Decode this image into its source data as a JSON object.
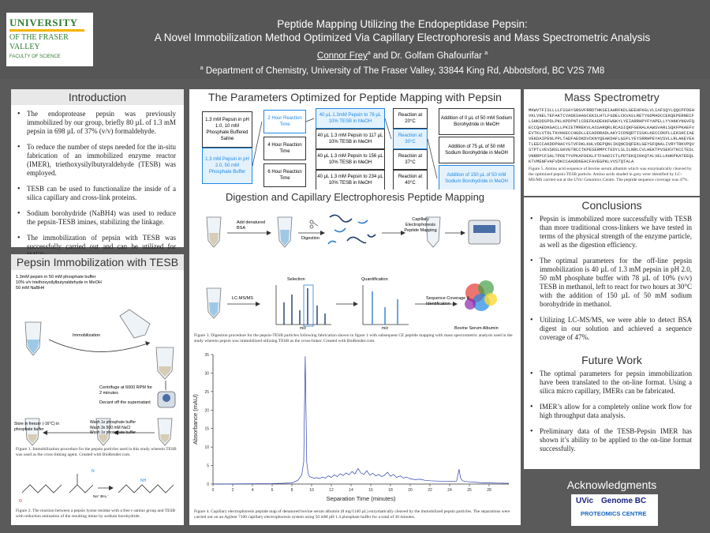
{
  "header": {
    "title_line1": "Peptide Mapping Utilizing the Endopeptidase Pepsin:",
    "title_line2": "A Novel Immobilization Method Optimized Via Capillary Electrophoresis and Mass Spectrometric Analysis",
    "author1": "Connor Frey",
    "author1_sup": "a",
    "author_sep": " and Dr. Golfam Ghafourifar",
    "author2_sup": "a",
    "affil_sup": "a",
    "affiliation": "Department of Chemistry, University of The Fraser Valley, 33844 King Rd, Abbotsford, BC V2S 7M8"
  },
  "logo": {
    "line1": "UNIVERSITY",
    "line2": "OF THE FRASER VALLEY",
    "line3": "FACULTY OF SCIENCE"
  },
  "introduction": {
    "title": "Introduction",
    "bullets": [
      "The endoprotease pepsin was previously immobilized by our group, briefly 80 µL of 1.3 mM pepsin in 698 µL of 37% (v/v) formaldehyde.",
      "To reduce the number of steps needed for the in-situ fabrication of an immobilized enzyme reactor (IMER), triethoxysilylbutyraldehyde (TESB) was employed.",
      "TESB can be used to functionalize the inside of a silica capillary and cross-link proteins.",
      "Sodium borohydride (NaBH4) was used to reduce the pepsin-TESB imines, stabilizing the linkage.",
      "The immobilization of pepsin with TESB was successfully carried out and can be utilized for IMERs."
    ]
  },
  "immobilization": {
    "title": "Pepsin Immobilization with TESB",
    "reagents": [
      "1.3mM pepsin in 50 mM phosphate buffer",
      "10% v/v triethoxysilylbutyraldehyde in MeOH",
      "50 mM NaBH4"
    ],
    "immobilization_label": "Immobilization",
    "centrifuge_label": "Centrifuge at 6000 RPM for 2 minutes",
    "decant_label": "Decant off the supernatant",
    "wash_label": "Wash 1x phosphate buffer\nWash 3x 500 mM NaCl\nWash 1x phosphate buffer",
    "store_label": "Store in freezer (-16°C) in phosphate buffer",
    "figure1_caption": "Figure 1. Immobilization procedure for the pepsin particles used in this study wherein TESB was used as the cross-linking agent. Created with BioRender.com.",
    "nabh4_label": "Na⁺ BH₄⁻",
    "figure2_caption": "Figure 2. The reaction between a pepsin lysine residue with a free ε-amino group and TESB with reduction amination of the resulting imine by sodium borohydride."
  },
  "parameters": {
    "title": "The Parameters Optimized for Peptide Mapping with Pepsin",
    "col1": [
      "1.3 mM Pepsin in pH 1.0, 10 mM Phosphate Buffered Saline",
      "1.3 mM Pepsin in pH 2.0, 50 mM Phosphate Buffer"
    ],
    "col2": [
      "2 Hour Reaction Time",
      "4 Hour Reaction Time",
      "6 Hour Reaction Time"
    ],
    "col3": [
      "40 µL 1.3mM Pepsin to 78 µL 10% TESB in MeOH",
      "40 µL 1.3 mM Pepsin to 117 µL 10% TESB in MeOH",
      "40 µL 1.3 mM Pepsin to 156 µL 10% TESB in MeOH",
      "40 µL 1.3 mM Pepsin to 234 µL 10% TESB in MeOH"
    ],
    "col4": [
      "Reaction at 20°C",
      "Reaction at 30°C",
      "Reaction at 37°C",
      "Reaction at 40°C"
    ],
    "col5": [
      "Addition of 0 µL of 50 mM Sodium Borohydride in MeOH",
      "Addition of 75 µL of 50 mM Sodium Borohydride in MeOH",
      "Addition of 150 µL of 50 mM Sodium Borohydride in MeOH"
    ]
  },
  "digestion": {
    "title": "Digestion and Capillary Electrophoresis Peptide Mapping",
    "add_bsa": "Add denatured BSA",
    "digestion_label": "Digestion",
    "ce_label": "Capillary Electrophoresis Peptide Mapping",
    "lcmsms_label": "LC-MS/MS",
    "selection_label": "Selection",
    "quantification_label": "Quantification",
    "intensity_label": "Intensity",
    "mz_label": "m/z",
    "coverage_label": "Sequence Coverage & Identification",
    "bsa_label": "Bovine Serum Albumin",
    "figure3_caption": "Figure 3. Digestion procedure for the pepsin-TESB particles following fabrication shown in figure 1 with subsequent CE peptide mapping with mass spectrometric analysis used in the study wherein pepsin was immobilized utilizing TESB as the cross-linker. Created with BioRender.com.",
    "figure4_caption": "Figure 4. Capillary electrophoresis peptide map of denatured bovine serum albumin (8 mg/1140 µL) enzymatically cleaved by the immobilized pepsin particles. The separations were carried out on an Agilent 7100 capillary electrophoresis system using 50 mM pH 1.4 phosphate buffer for a total of 30 minutes."
  },
  "chart_data": {
    "type": "line",
    "title": "",
    "xlabel": "Separation Time (minutes)",
    "ylabel": "Absorbance (mAU)",
    "xlim": [
      0,
      30
    ],
    "ylim": [
      0,
      35
    ],
    "x_ticks": [
      0,
      2,
      4,
      6,
      8,
      10,
      12,
      14,
      16,
      18,
      20,
      22,
      24,
      26,
      28
    ],
    "y_ticks": [
      0,
      5,
      10,
      15,
      20,
      25,
      30,
      35
    ],
    "grid": false,
    "series": [
      {
        "color": "#2b3fb0",
        "x": [
          0,
          6,
          8,
          8.6,
          9,
          9.2,
          9.35,
          9.5,
          9.65,
          9.8,
          10.0,
          10.2,
          10.5,
          10.8,
          11.1,
          11.4,
          11.7,
          12.0,
          12.3,
          12.6,
          12.9,
          13.2,
          13.5,
          13.8,
          14.1,
          14.4,
          14.7,
          15.0,
          15.3,
          15.6,
          15.9,
          16.2,
          16.5,
          16.8,
          17.1,
          17.4,
          17.7,
          18.0,
          18.3,
          18.6,
          19.0,
          19.3,
          19.6,
          20.0,
          20.5,
          21.0,
          21.5,
          22.0,
          23.0,
          24.0,
          24.7,
          24.95,
          25.1,
          25.3,
          25.6,
          26.0,
          27.0,
          28.0,
          30.0
        ],
        "y": [
          0,
          0.1,
          0.3,
          1.0,
          2.5,
          6.0,
          34.5,
          6.0,
          2.8,
          2.0,
          1.8,
          1.6,
          1.7,
          1.5,
          1.9,
          1.6,
          2.2,
          1.8,
          2.5,
          2.0,
          2.8,
          2.3,
          3.0,
          2.5,
          3.4,
          2.7,
          4.2,
          3.0,
          2.6,
          3.6,
          2.4,
          2.9,
          2.2,
          2.6,
          2.0,
          2.4,
          3.2,
          2.1,
          2.6,
          1.8,
          2.2,
          1.6,
          1.9,
          1.4,
          1.2,
          1.3,
          1.0,
          0.9,
          0.8,
          0.7,
          0.8,
          4.0,
          1.6,
          0.9,
          0.7,
          0.6,
          0.4,
          0.3,
          0.2
        ]
      }
    ]
  },
  "mass_spec": {
    "title": "Mass Spectrometry",
    "sequence": "MKWVTFISLLLLFSSAYSRGVFRRDTHKSEIAHRFKDLGEEHFKGLVLIAFSQYLQQCPFDEHVKLVNELTEFAKTCVADESHAGCEKSLHTLFGDELCKVASLRETYGDMADCCEKQEPERNECFLSHKDDSPDLPKLKPDPNTLCDEFKADEKKFWGKYLYEIARRHPYFYAPELLYYANKYNGVFQECCQAEDKGACLLPKIETMREKVLASSARQRLRCASIQKFGERALKAWSVARLSQKFPKAEFVEVTKLVTDLTKVHKECCHGDLLECADDRADLAKYICDNQDTISSKLKECCDKPLLEKSHCIAEVEKDAIPENLPPLTADFAEDKDVCKNYQEAKDAFLGSFLYEYSRRHPEYAVSVLLRLAKEYEATLEECCAKDDPHACYSTVFDKLKHLVDEPQNLIKQNCDQFEKLGEYGFQNALIVRYTRKVPQVSTPTLVEVSRSLGKVGTRCCTKPESERMPCTEDYLSLILNRLCVLHEKTPVSEKVTKCCTESLVNRRPCFSALTPDETYVPKAFDEKLFTFHADICTLPDTEKQIKKQTALVELLKHKPKATEEQLKTVMENFVAFVDKCCAADDKEACFAVEGPKLVVSTQTALA",
    "figure5_caption": "Figure 5. Amino acid sequence of bovine serum albumin which was enzymatically cleaved by the optimized pepsin-TESB particle. Amino acids shaded in grey were identified by LC-MS/MS carried out at the UVic Genomics Centre. The peptide sequence coverage was 47%."
  },
  "conclusions": {
    "title": "Conclusions",
    "bullets": [
      "Pepsin is immobilized more successfully with TESB than more traditional cross-linkers we have tested in terms of the physical strength of the enzyme particle, as well as the digestion efficiency.",
      "The optimal parameters for the off-line pepsin immobilization is 40 µL of 1.3 mM pepsin in pH 2.0, 50 mM phosphate buffer with 78 µL of 10% (v/v) TESB in methanol, left to react for two hours at 30°C with the addition of 150 µL of 50 mM sodium borohydride in methanol.",
      "Utilizing LC-MS/MS, we were able to detect BSA digest in our solution and achieved a sequence coverage of 47%."
    ]
  },
  "future_work": {
    "title": "Future Work",
    "bullets": [
      "The optimal parameters for pepsin immobilization have been translated to the on-line format. Using a silica micro capillary, IMERs can be fabricated.",
      "IMER’s allow for a completely online work flow for high throughput data analysis.",
      "Preliminary data of the TESB-Pepsin IMER has shown it’s ability to be applied to the on-line format successfully."
    ]
  },
  "acknowledgments": {
    "title": "Acknowledgments",
    "uvic": "UVic",
    "genome": "Genome BC",
    "proteomics": "PROTEOMICS CENTRE"
  },
  "colors": {
    "header_bg": "#565656",
    "accent_blue": "#1e88e5",
    "trace_blue": "#2b3fb0"
  }
}
